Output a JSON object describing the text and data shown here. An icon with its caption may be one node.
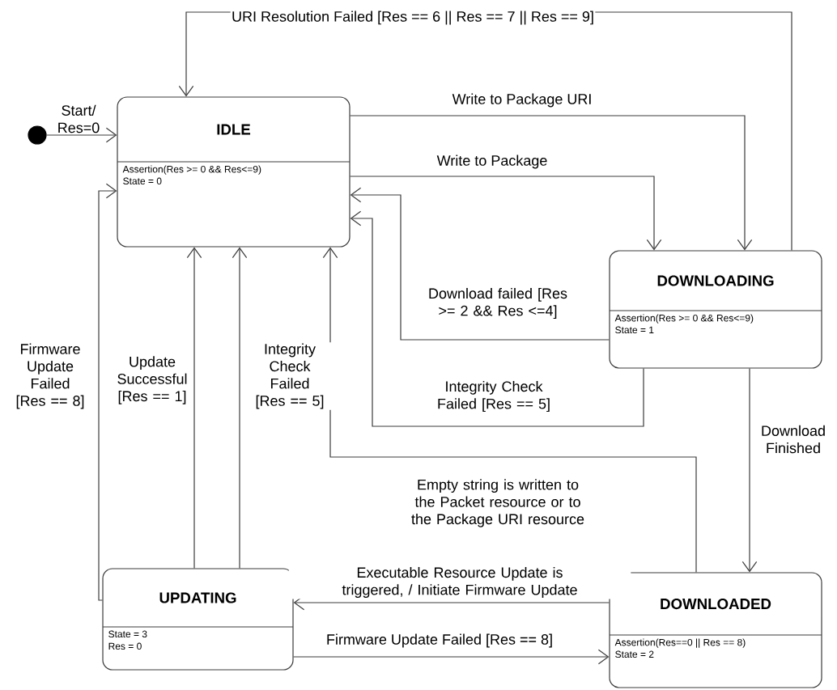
{
  "diagram": {
    "nodes": [
      {
        "text": [
          "IDLE",
          "Assertion(Res >= 0 && Res<=9)",
          "State = 0"
        ]
      },
      {
        "text": [
          "DOWNLOADING",
          "Assertion(Res >= 0 && Res<=9)",
          "State = 1"
        ]
      },
      {
        "text": [
          "UPDATING",
          "State = 3",
          "Res = 0"
        ]
      },
      {
        "text": [
          "DOWNLOADED",
          "Assertion(Res==0 || Res == 8)",
          "State = 2"
        ]
      },
      {
        "text": [],
        "shape": "circle"
      }
    ],
    "edges": [
      {
        "from": 4,
        "to": 0,
        "arrow": "to",
        "label": "Start/ Res=0"
      },
      {
        "from": 1,
        "to": 0,
        "arrow": "to",
        "label": "URI Resolution Failed [Res == 6 || Res == 7 || Res == 9]"
      },
      {
        "from": 0,
        "to": 1,
        "arrow": "to",
        "label": "Write to Package URI"
      },
      {
        "from": 0,
        "to": 1,
        "arrow": "to",
        "label": "Write to Package"
      },
      {
        "from": 1,
        "to": 0,
        "arrow": "to",
        "label": "Download failed [Res >= 2 && Res <=4]"
      },
      {
        "from": 1,
        "to": 0,
        "arrow": "to",
        "label": "Integrity Check  Failed [Res == 5]"
      },
      {
        "from": 1,
        "to": 3,
        "arrow": "to",
        "label": "Download Finished"
      },
      {
        "from": 3,
        "to": 0,
        "arrow": "to",
        "label": "Empty string is written to the Packet resource or to the Package URI resource"
      },
      {
        "from": 3,
        "to": 2,
        "arrow": "to",
        "label": "Executable Resource Update is triggered, / Initiate Firmware Update"
      },
      {
        "from": 2,
        "to": 3,
        "arrow": "to",
        "label": "Firmware Update Failed [Res == 8]"
      },
      {
        "from": 2,
        "to": 0,
        "arrow": "to",
        "label": "Firmware Update Failed [Res == 8]"
      },
      {
        "from": 2,
        "to": 0,
        "arrow": "to",
        "label": "Update Successful [Res == 1]"
      },
      {
        "from": 2,
        "to": 0,
        "arrow": "to",
        "label": "Integrity Check Failed [Res == 5]"
      }
    ]
  }
}
